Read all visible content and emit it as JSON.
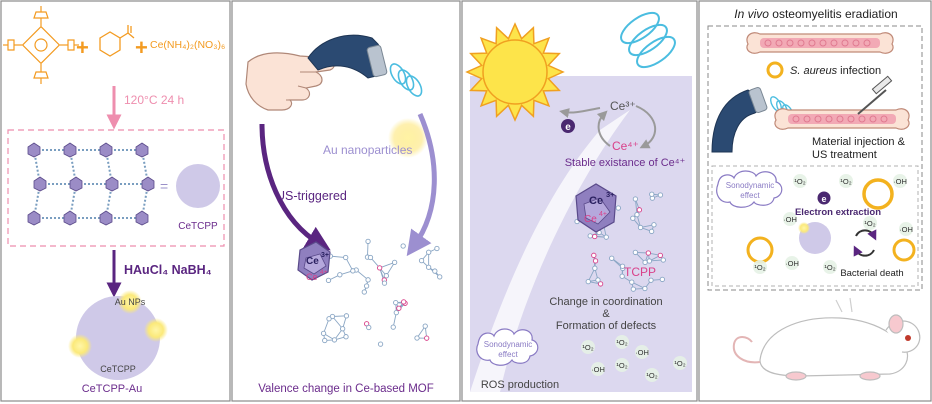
{
  "panel1": {
    "reagent": "Ce(NH₄)₂(NO₃)₆",
    "condition": "120°C 24 h",
    "eq_label": "CeTCPP",
    "reducer": "HAuCl₄ NaBH₄",
    "au_label": "Au NPs",
    "core_label": "CeTCPP",
    "caption": "CeTCPP-Au"
  },
  "panel2": {
    "au_label": "Au nanoparticles",
    "trigger_label": "US-triggered",
    "ce_label": "Ce",
    "ce_sup": "3+",
    "ce4_label": "Ce",
    "ce4_sup": "4+",
    "caption": "Valence change in Ce-based MOF"
  },
  "panel3": {
    "electron": "e",
    "ce3": "Ce³⁺",
    "ce4": "Ce⁴⁺",
    "stable_text": "Stable existance of Ce⁴⁺",
    "ce_mid": "Ce",
    "ce_mid_sup": "3+",
    "ce_mid4": "Ce",
    "ce_mid4_sup": "4+",
    "tcpp": "TCPP",
    "change_line1": "Change in coordination",
    "change_amp": "&",
    "change_line2": "Formation of defects",
    "sono_line1": "Sonodynamic",
    "sono_line2": "effect",
    "ros_caption": "ROS production",
    "ros_labels": [
      "¹O₂",
      "¹O₂",
      "·OH",
      "¹O₂",
      "·OH",
      "¹O₂",
      "¹O₂"
    ]
  },
  "panel4": {
    "title_italic": "In vivo",
    "title_rest": " osteomyelitis eradiation",
    "infection_italic": "S. aureus",
    "infection_rest": " infection",
    "injection_line1": "Material injection &",
    "injection_line2": "US treatment",
    "sono_line1": "Sonodynamic",
    "sono_line2": "effect",
    "electron": "e",
    "electron_text": "Electron extraction",
    "death_text": "Bacterial death",
    "ros_labels": [
      "¹O₂",
      "¹O₂",
      "·OH",
      "·OH",
      "¹O₂",
      "·OH",
      "¹O₂",
      "·OH",
      "¹O₂"
    ]
  },
  "colors": {
    "orange": "#f39b21",
    "pink": "#e98aa8",
    "purple": "#6b2c8c",
    "lavender": "#c9c3e6",
    "lavender_bg": "#d9d5ee",
    "yellow": "#fbe97a",
    "navy": "#2b4a72",
    "cyan": "#4bbde0",
    "magenta": "#d9418a"
  }
}
